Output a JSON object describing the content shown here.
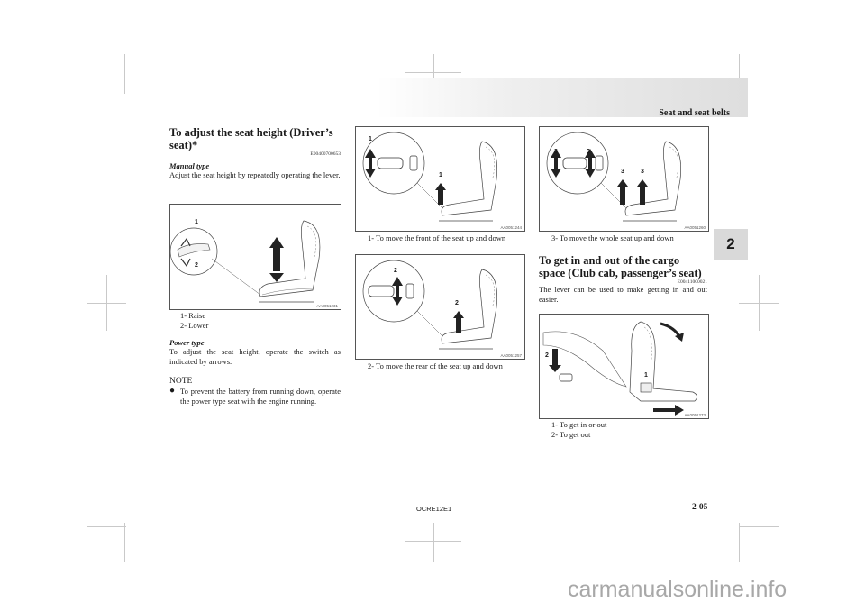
{
  "header": {
    "title": "Seat and seat belts",
    "section_tab": "2"
  },
  "left_column": {
    "heading": "To adjust the seat height (Driver’s seat)*",
    "code": "E00400700653",
    "manual_type": {
      "label": "Manual type",
      "text": "Adjust the seat height by repeatedly operating the lever."
    },
    "figure": {
      "code": "AA0051231",
      "callouts": [
        "1",
        "2"
      ]
    },
    "captions": [
      "1- Raise",
      "2- Lower"
    ],
    "power_type": {
      "label": "Power type",
      "text": "To adjust the seat height, operate the switch as indicated by arrows."
    },
    "note": {
      "title": "NOTE",
      "bullet": "●",
      "text": "To prevent the battery from running down, operate the power type seat with the engine running."
    }
  },
  "middle_column": {
    "figure1": {
      "code": "AA0051244",
      "callout": "1",
      "caption": "1- To move the front of the seat up and down"
    },
    "figure2": {
      "code": "AA0051257",
      "callout": "2",
      "caption": "2- To move the rear of the seat up and down"
    }
  },
  "right_column": {
    "figure1": {
      "code": "AA0051260",
      "callout": "3",
      "caption": "3- To move the whole seat up and down"
    },
    "heading": "To get in and out of the cargo space (Club cab, passenger’s seat)",
    "code": "E00411000021",
    "text": "The lever can be used to make getting in and out easier.",
    "figure2": {
      "code": "AA0051273",
      "callouts": [
        "1",
        "2"
      ]
    },
    "captions": [
      "1- To get in or out",
      "2- To get out"
    ]
  },
  "footer": {
    "doc_code": "OCRE12E1",
    "page": "2-05"
  },
  "watermark": "carmanualsonline.info",
  "colors": {
    "header_band": "#dedede",
    "side_tab": "#d9d9d9",
    "crop_marks": "#c9c9c9"
  }
}
